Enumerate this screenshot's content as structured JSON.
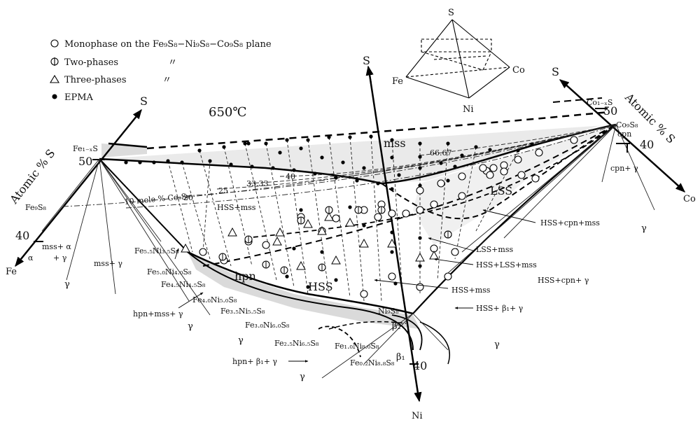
{
  "legend": {
    "monophase": "Monophase on the Fe₉S₈−Ni₉S₈−Co₉S₈ plane",
    "two_phases": "Two-phases",
    "three_phases": "Three-phases",
    "epma": "EPMA",
    "ditto": "〃"
  },
  "temperature": "650℃",
  "inset": {
    "s": "S",
    "fe": "Fe",
    "co": "Co",
    "ni": "Ni"
  },
  "axes": {
    "fe": {
      "s_end": "S",
      "metal_end": "Fe",
      "title": "Atomic % S",
      "tick50": "50",
      "tick40": "40"
    },
    "ni": {
      "s_end": "S",
      "metal_end": "Ni",
      "tick40": "40"
    },
    "co": {
      "s_end": "S",
      "metal_end": "Co",
      "title": "Atomic % S",
      "tick50": "50",
      "tick40": "40"
    }
  },
  "compositions": {
    "fe1xs": "Fe₁₋ₓS",
    "fe9s8": "Fe₉S₈",
    "co1xs": "Co₁₋ₓS",
    "co9s8": "Co₉S₈",
    "cpn": "cpn",
    "ni9s8": "Ni₉S₈",
    "fe55": "Fe₅.₅Ni₃.₅S₈",
    "fe50": "Fe₅.₀Ni₄.₀S₈",
    "fe45": "Fe₄.₅Ni₄.₅S₈",
    "fe40": "Fe₄.₀Ni₅.₀S₈",
    "fe35": "Fe₃.₅Ni₅.₅S₈",
    "fe30": "Fe₃.₀Ni₆.₀S₈",
    "fe25": "Fe₂.₅Ni₆.₅S₈",
    "fe10": "Fe₁.₀Ni₈.₀S₈",
    "fe02": "Fe₀.₂Ni₈.₈S₈"
  },
  "contours": {
    "c10": "10 mole % Co₉S₈",
    "c20": "20",
    "c25": "25",
    "c3333": "33.33",
    "c40": "40",
    "c667": "66.67"
  },
  "phases": {
    "mss": "mss",
    "lss": "LSS",
    "hss": "HSS",
    "hpn": "hpn",
    "beta2": "β₂",
    "beta1": "β₁",
    "gamma": "γ",
    "hss_mss_top": "HSS+mss",
    "mss_alpha": "mss+ α",
    "plus_gamma": "+ γ",
    "alpha": "α",
    "mss_gamma": "mss+ γ",
    "hpn_mss_gamma": "hpn+mss+ γ",
    "hpn_beta1_gamma": "hpn+ β₁+ γ",
    "cpn_gamma": "cpn+ γ",
    "hss_cpn_mss": "HSS+cpn+mss",
    "lss_mss": "LSS+mss",
    "hss_lss_mss": "HSS+LSS+mss",
    "hss_mss": "HSS+mss",
    "hss_cpn_gamma": "HSS+cpn+ γ",
    "hss_beta1_gamma": "HSS+ β₁+ γ"
  }
}
